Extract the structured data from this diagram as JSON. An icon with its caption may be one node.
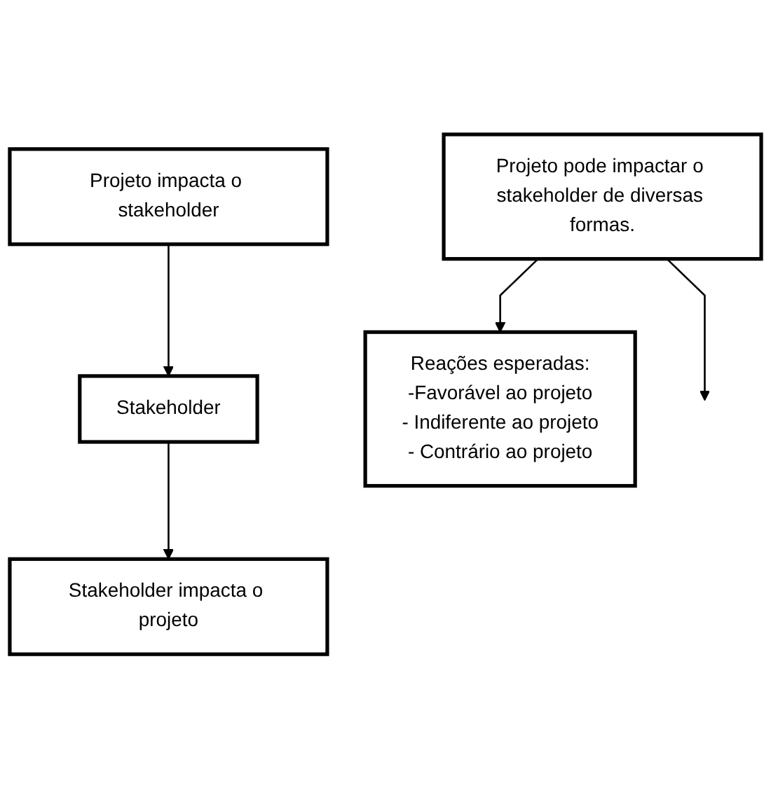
{
  "diagram": {
    "nodes": [
      {
        "text": [
          "Projeto impacta o stakeholder"
        ]
      },
      {
        "text": [
          "Stakeholder impacta o projeto"
        ]
      },
      {
        "text": [
          "Stakeholder"
        ]
      },
      {
        "text": [
          "Reações esperadas:",
          "-Favorável ao projeto",
          "- Indiferente ao projeto",
          "- Contrário ao projeto"
        ]
      },
      {
        "text": [
          "Projeto pode impactar o stakeholder de diversas formas."
        ]
      }
    ],
    "edges": [
      {
        "from": 0,
        "to": 2,
        "arrow": "to"
      },
      {
        "from": 2,
        "to": 1,
        "arrow": "to"
      },
      {
        "from": 4,
        "to": null,
        "arrow": "to"
      },
      {
        "from": 4,
        "to": 3,
        "arrow": "to"
      }
    ]
  }
}
